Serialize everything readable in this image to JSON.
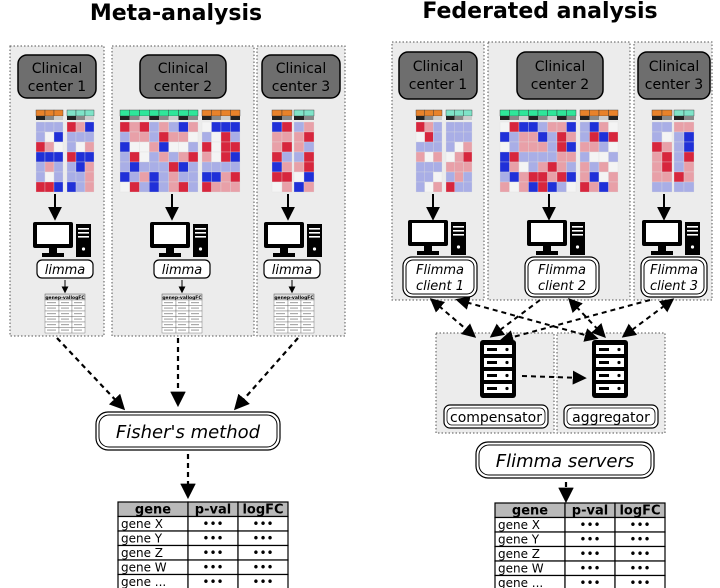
{
  "left": {
    "title": "Meta-analysis",
    "centers": [
      {
        "label_line1": "Clinical",
        "label_line2": "center 1",
        "tool": "limma"
      },
      {
        "label_line1": "Clinical",
        "label_line2": "center 2",
        "tool": "limma"
      },
      {
        "label_line1": "Clinical",
        "label_line2": "center 3",
        "tool": "limma"
      }
    ],
    "method_label": "Fisher's method"
  },
  "right": {
    "title": "Federated analysis",
    "centers": [
      {
        "label_line1": "Clinical",
        "label_line2": "center 1",
        "client_line1": "Flimma",
        "client_line2": "client 1"
      },
      {
        "label_line1": "Clinical",
        "label_line2": "center 2",
        "client_line1": "Flimma",
        "client_line2": "client 2"
      },
      {
        "label_line1": "Clinical",
        "label_line2": "center 3",
        "client_line1": "Flimma",
        "client_line2": "client 3"
      }
    ],
    "compensator_label": "compensator",
    "aggregator_label": "aggregator",
    "servers_label": "Flimma servers"
  },
  "mini_table_header": "genep-vallogFC",
  "result_table": {
    "headers": [
      "gene",
      "p-val",
      "logFC"
    ],
    "rows": [
      [
        "gene X",
        "•••",
        "•••"
      ],
      [
        "gene Y",
        "•••",
        "•••"
      ],
      [
        "gene Z",
        "•••",
        "•••"
      ],
      [
        "gene W",
        "•••",
        "•••"
      ],
      [
        "gene ...",
        "•••",
        "•••"
      ]
    ]
  },
  "colors": {
    "panel_bg": "#ececec",
    "center_box": "#6e6e6e",
    "header_orange": "#e8822a",
    "header_green": "#2fe69a",
    "header_teal": "#7fe3c8",
    "heat_red": "#d7263d",
    "heat_blue": "#2030d8",
    "heat_pale_red": "#e8a0a8",
    "heat_pale_blue": "#a9aee6",
    "heat_white": "#f4f4f4"
  }
}
